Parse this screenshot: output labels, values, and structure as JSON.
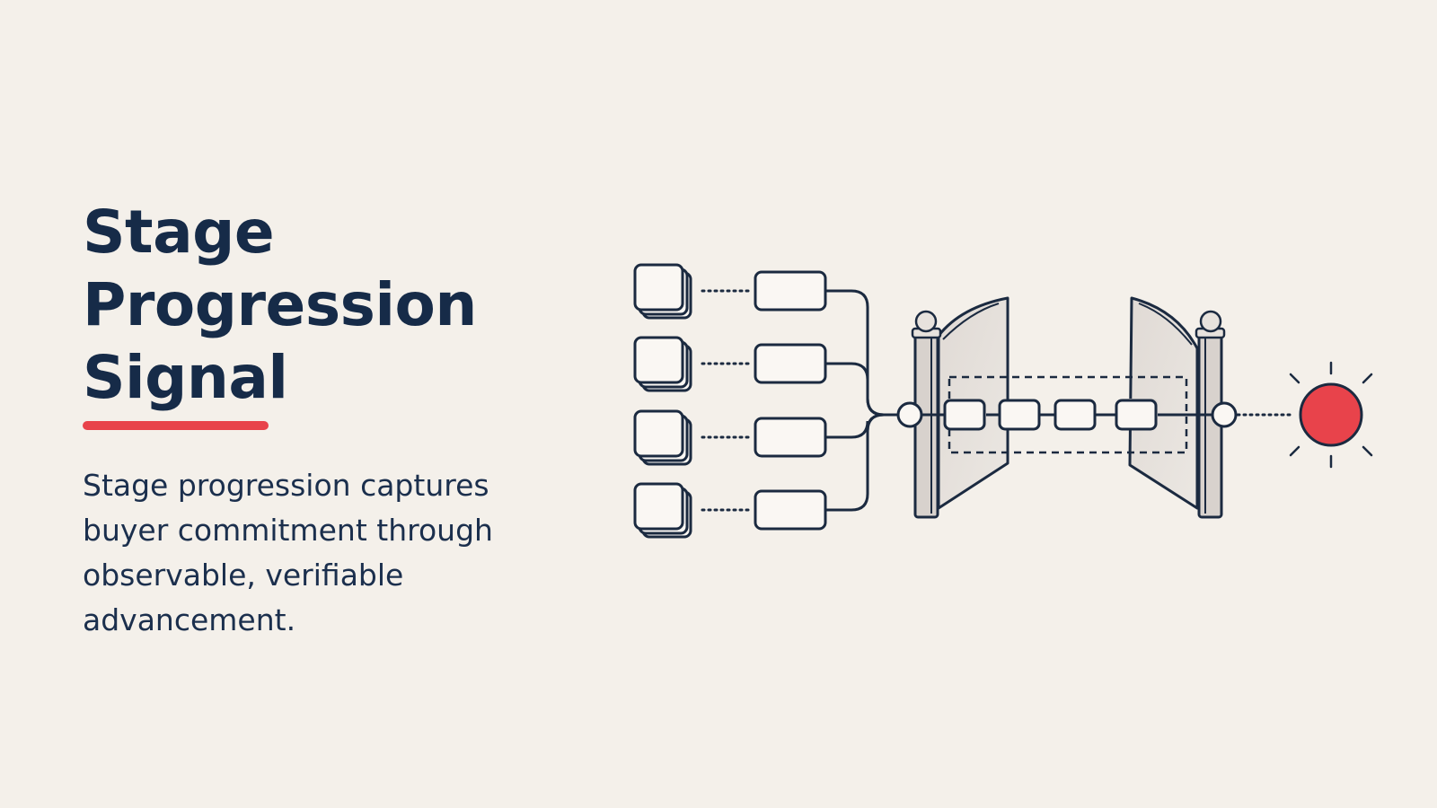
{
  "slide": {
    "title_lines": [
      "Stage",
      "Progression",
      "Signal"
    ],
    "description_lines": [
      "Stage progression captures",
      "buyer commitment through",
      "observable, verifiable",
      "advancement."
    ]
  },
  "colors": {
    "background": "#f4f0ea",
    "ink": "#162b48",
    "accent": "#e8434b",
    "card": "#faf7f3",
    "gate": "#e4dfdb"
  },
  "diagram": {
    "input_stacks": 4,
    "stage_boxes": 4,
    "gate_boxes": 4,
    "output_signal": "signal-dot"
  }
}
